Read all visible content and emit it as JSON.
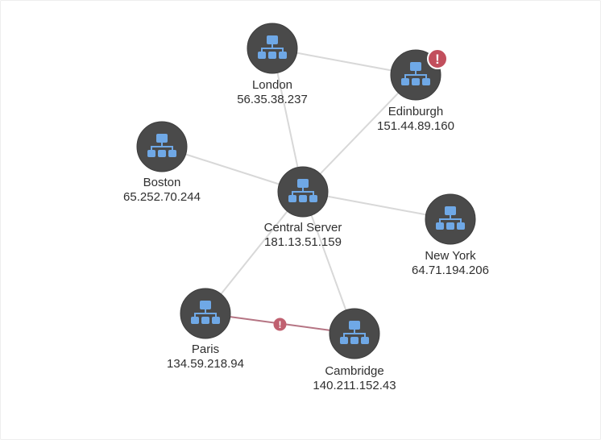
{
  "colors": {
    "node_fill": "#4a4a4a",
    "node_ring": "#3c3c3c",
    "icon": "#6fa8e6",
    "edge": "#d8d8d8",
    "alert_edge": "#b57483",
    "alert_marker": "#c06070",
    "alert_badge": "#c24f5d",
    "label": "#2f2f2f"
  },
  "nodes": [
    {
      "id": "london",
      "name": "London",
      "ip": "56.35.38.237",
      "icon": "network-hierarchy-icon",
      "alert": false
    },
    {
      "id": "edinburgh",
      "name": "Edinburgh",
      "ip": "151.44.89.160",
      "icon": "network-hierarchy-icon",
      "alert": true,
      "alert_symbol": "!"
    },
    {
      "id": "boston",
      "name": "Boston",
      "ip": "65.252.70.244",
      "icon": "network-hierarchy-icon",
      "alert": false
    },
    {
      "id": "central",
      "name": "Central Server",
      "ip": "181.13.51.159",
      "icon": "network-hierarchy-icon",
      "alert": false
    },
    {
      "id": "newyork",
      "name": "New York",
      "ip": "64.71.194.206",
      "icon": "network-hierarchy-icon",
      "alert": false
    },
    {
      "id": "paris",
      "name": "Paris",
      "ip": "134.59.218.94",
      "icon": "network-hierarchy-icon",
      "alert": false
    },
    {
      "id": "cambridge",
      "name": "Cambridge",
      "ip": "140.211.152.43",
      "icon": "network-hierarchy-icon",
      "alert": false
    }
  ],
  "links": [
    {
      "from": "london",
      "to": "edinburgh",
      "alert": false
    },
    {
      "from": "london",
      "to": "central",
      "alert": false
    },
    {
      "from": "edinburgh",
      "to": "central",
      "alert": false
    },
    {
      "from": "boston",
      "to": "central",
      "alert": false
    },
    {
      "from": "central",
      "to": "newyork",
      "alert": false
    },
    {
      "from": "central",
      "to": "paris",
      "alert": false
    },
    {
      "from": "central",
      "to": "cambridge",
      "alert": false
    },
    {
      "from": "paris",
      "to": "cambridge",
      "alert": true,
      "alert_symbol": "!"
    }
  ]
}
